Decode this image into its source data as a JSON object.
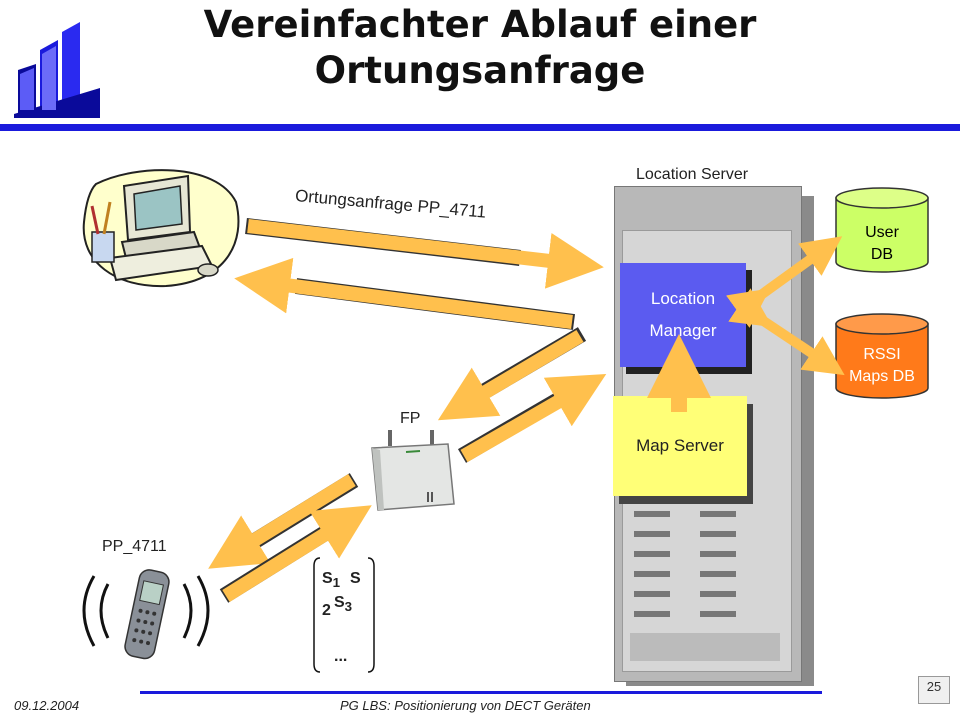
{
  "slide": {
    "title_line1": "Vereinfachter Ablauf einer",
    "title_line2": "Ortungsanfrage",
    "footer_date": "09.12.2004",
    "footer_center": "PG LBS: Positionierung von DECT Geräten",
    "page_number": "25"
  },
  "diagram": {
    "location_server": "Location Server",
    "location_manager_line1": "Location",
    "location_manager_line2": "Manager",
    "map_server": "Map Server",
    "user_db_line1": "User",
    "user_db_line2": "DB",
    "rssi_db_line1": "RSSI",
    "rssi_db_line2": "Maps DB",
    "request_label": "Ortungsanfrage PP_4711",
    "fp_label": "FP",
    "pp_label": "PP_4711",
    "signal_s1": "S",
    "signal_1": "1",
    "signal_s2": "S",
    "signal_2": "2",
    "signal_s3": "S",
    "signal_3": "3",
    "signal_more": "..."
  },
  "colors": {
    "accent_blue": "#1a1adc",
    "arrow_orange": "#ffc04d",
    "location_manager": "#5b5bf0",
    "map_server": "#ffff77",
    "user_db": "#ccff66",
    "rssi_db": "#ff7a1a"
  },
  "icons": [
    "university-logo-icon",
    "computer-icon",
    "dect-phone-icon",
    "fixed-part-base-station-icon"
  ]
}
